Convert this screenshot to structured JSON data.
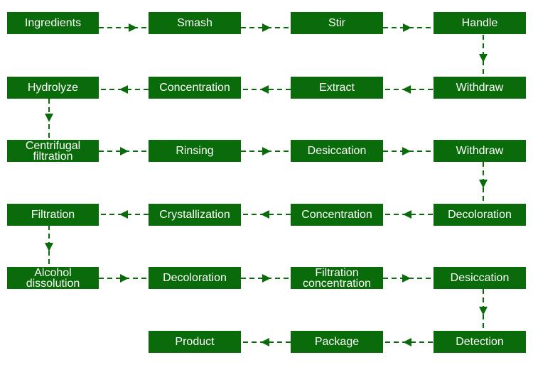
{
  "steps": [
    {
      "label": "Ingredients"
    },
    {
      "label": "Smash"
    },
    {
      "label": "Stir"
    },
    {
      "label": "Handle"
    },
    {
      "label": "Withdraw"
    },
    {
      "label": "Extract"
    },
    {
      "label": "Concentration"
    },
    {
      "label": "Hydrolyze"
    },
    {
      "label": "Centrifugal filtration"
    },
    {
      "label": "Rinsing"
    },
    {
      "label": "Desiccation"
    },
    {
      "label": "Withdraw"
    },
    {
      "label": "Decoloration"
    },
    {
      "label": "Concentration"
    },
    {
      "label": "Crystallization"
    },
    {
      "label": "Filtration"
    },
    {
      "label": "Alcohol dissolution"
    },
    {
      "label": "Decoloration"
    },
    {
      "label": "Filtration concentration"
    },
    {
      "label": "Desiccation"
    },
    {
      "label": "Detection"
    },
    {
      "label": "Package"
    },
    {
      "label": "Product"
    }
  ],
  "colors": {
    "box": "#0a6b0a",
    "text": "#ffffff",
    "connector": "#0a6b0a"
  }
}
